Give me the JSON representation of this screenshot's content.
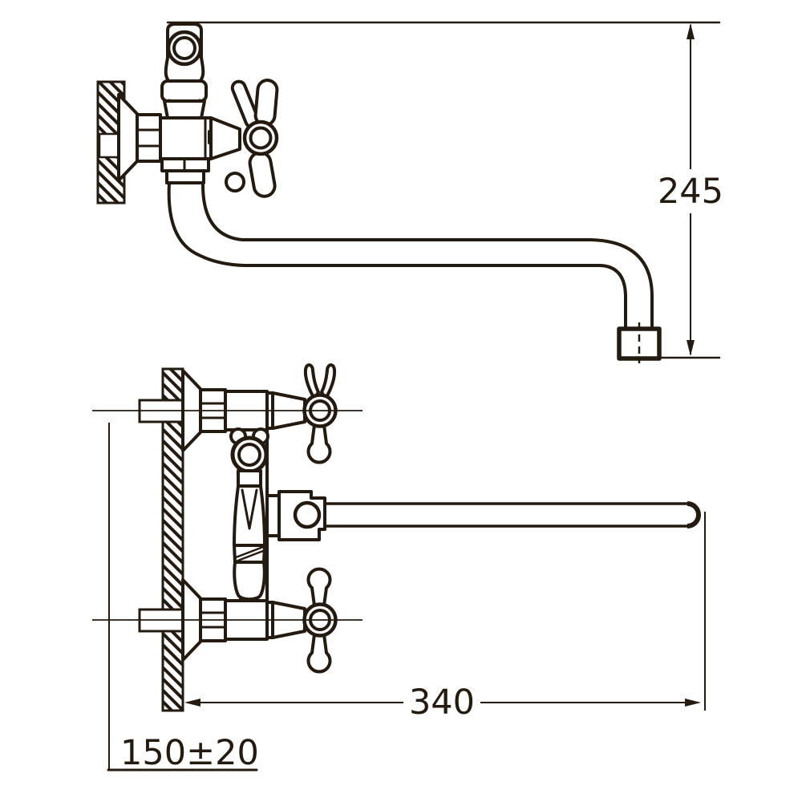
{
  "drawing": {
    "kind": "technical-diagram",
    "subject": "wall-mounted two-handle faucet with long swing spout, side view and front view",
    "ink_color": "#241a10",
    "background_color": "#ffffff",
    "dimensions": {
      "spout_drop": {
        "label": "245"
      },
      "spout_reach": {
        "label": "340"
      },
      "supply_spacing": {
        "label": "150±20"
      }
    }
  }
}
